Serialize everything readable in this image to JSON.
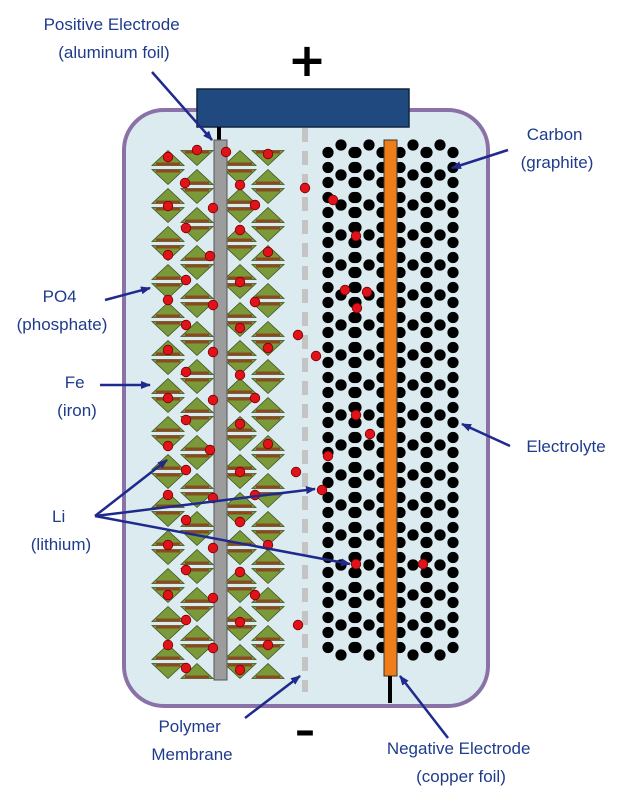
{
  "colors": {
    "label": "#1f3c8c",
    "arrow": "#1f2a8c",
    "cell_outline": "#8a72a8",
    "electrolyte": "#dcebf0",
    "terminal": "#20497f",
    "aluminum_foil": "#9c9c9c",
    "copper_foil": "#ef7d1a",
    "phosphate_green": "#7a9a3a",
    "iron_brown": "#8a4a1f",
    "lithium_red": "#e0121a",
    "carbon": "#000000"
  },
  "labels": {
    "positive_electrode": [
      "Positive Electrode",
      "(aluminum foil)"
    ],
    "carbon": [
      "Carbon",
      "(graphite)"
    ],
    "po4": [
      "PO4",
      "(phosphate)"
    ],
    "fe": [
      "Fe",
      "(iron)"
    ],
    "electrolyte": [
      "Electrolyte"
    ],
    "li": [
      "Li",
      "(lithium)"
    ],
    "polymer_membrane": [
      "Polymer",
      "Membrane"
    ],
    "negative_electrode": [
      "Negative Electrode",
      "(copper foil)"
    ]
  },
  "signs": {
    "plus": "+",
    "minus": "–"
  }
}
